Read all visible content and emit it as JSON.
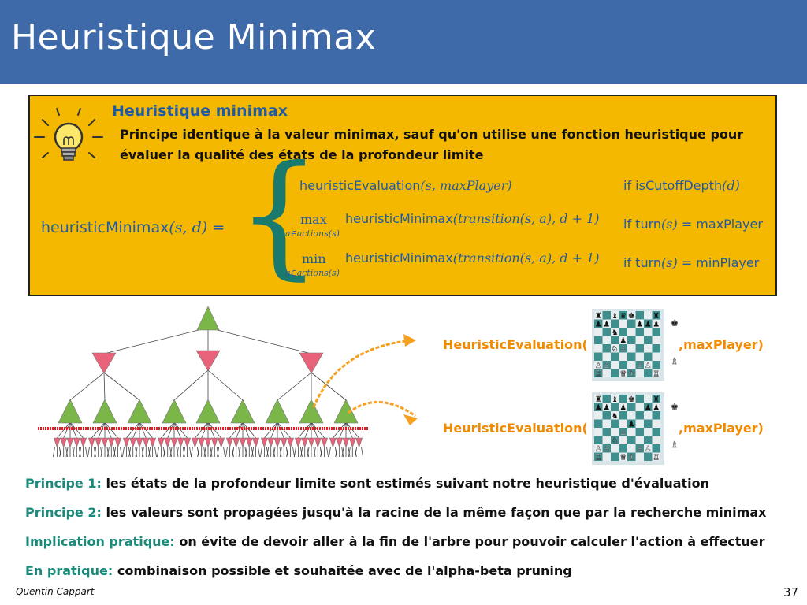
{
  "slide_title": "Heuristique Minimax",
  "box": {
    "title": "Heuristique minimax",
    "desc_line1": "Principe identique à la valeur minimax, sauf qu'on utilise une fonction heuristique pour",
    "desc_line2": "évaluer la qualité des états de la profondeur limite"
  },
  "formula": {
    "lhs_name": "heuristicMinimax",
    "lhs_args": "(s, d)",
    "lhs_eq": "=",
    "brace": "{",
    "case1_expr": "heuristicEvaluation",
    "case1_args": "(s, maxPlayer)",
    "case1_cond_text": "if isCutoffDepth",
    "case1_cond_arg": "(d)",
    "case2_op": "max",
    "case2_sub": "a∈actions(s)",
    "case2_expr": "heuristicMinimax",
    "case2_args": "(transition(s, a), d + 1)",
    "case2_cond_text": "if turn",
    "case2_cond_arg": "(s)",
    "case2_cond_rest": " = maxPlayer",
    "case3_op": "min",
    "case3_sub": "a∈actions(s)",
    "case3_expr": "heuristicMinimax",
    "case3_args": "(transition(s, a), d + 1)",
    "case3_cond_text": "if turn",
    "case3_cond_arg": "(s)",
    "case3_cond_rest": " = minPlayer"
  },
  "evaluation_1": {
    "prefix": "HeuristicEvaluation(",
    "suffix": ",maxPlayer)"
  },
  "evaluation_2": {
    "prefix": "HeuristicEvaluation(",
    "suffix": ",maxPlayer)"
  },
  "principles": [
    {
      "key": "Principe 1:",
      "text": " les états de la profondeur limite sont estimés suivant notre heuristique d'évaluation"
    },
    {
      "key": "Principe 2:",
      "text": " les valeurs sont propagées jusqu'à la racine de la même façon que par la recherche minimax"
    },
    {
      "key": "Implication pratique:",
      "text": " on évite de devoir aller à la fin de l'arbre pour pouvoir calculer l'action à effectuer"
    },
    {
      "key": "En pratique:",
      "text": " combinaison possible et souhaitée avec de l'alpha-beta pruning"
    }
  ],
  "footer": {
    "author": "Quentin Cappart",
    "page": "37"
  },
  "colors": {
    "header": "#3f6aaa",
    "box": "#f5b800",
    "blue": "#1f5aa6",
    "teal": "#1a8a7a",
    "orange": "#f08a00",
    "max_node": "#7ab648",
    "min_node": "#e8637a",
    "cutoff": "#e02020"
  },
  "icons": [
    "lightbulb-icon",
    "chess-board-icon",
    "arrow-icon"
  ]
}
